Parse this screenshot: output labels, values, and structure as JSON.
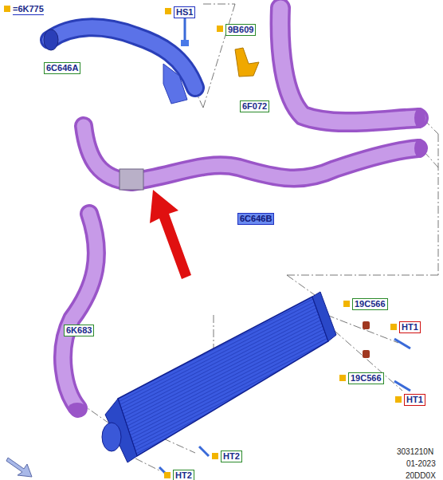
{
  "diagram": {
    "labels": [
      "6C646A",
      "HS1",
      "9B609",
      "6F072",
      "6C646B",
      "6K683",
      "19C566",
      "HT1",
      "19C566",
      "HT1",
      "HT2",
      "HT2",
      "3031210N",
      "01-2023",
      "20DD0X"
    ],
    "legend": [
      {
        "text": "=6K775",
        "color": "#f2b400"
      }
    ]
  }
}
